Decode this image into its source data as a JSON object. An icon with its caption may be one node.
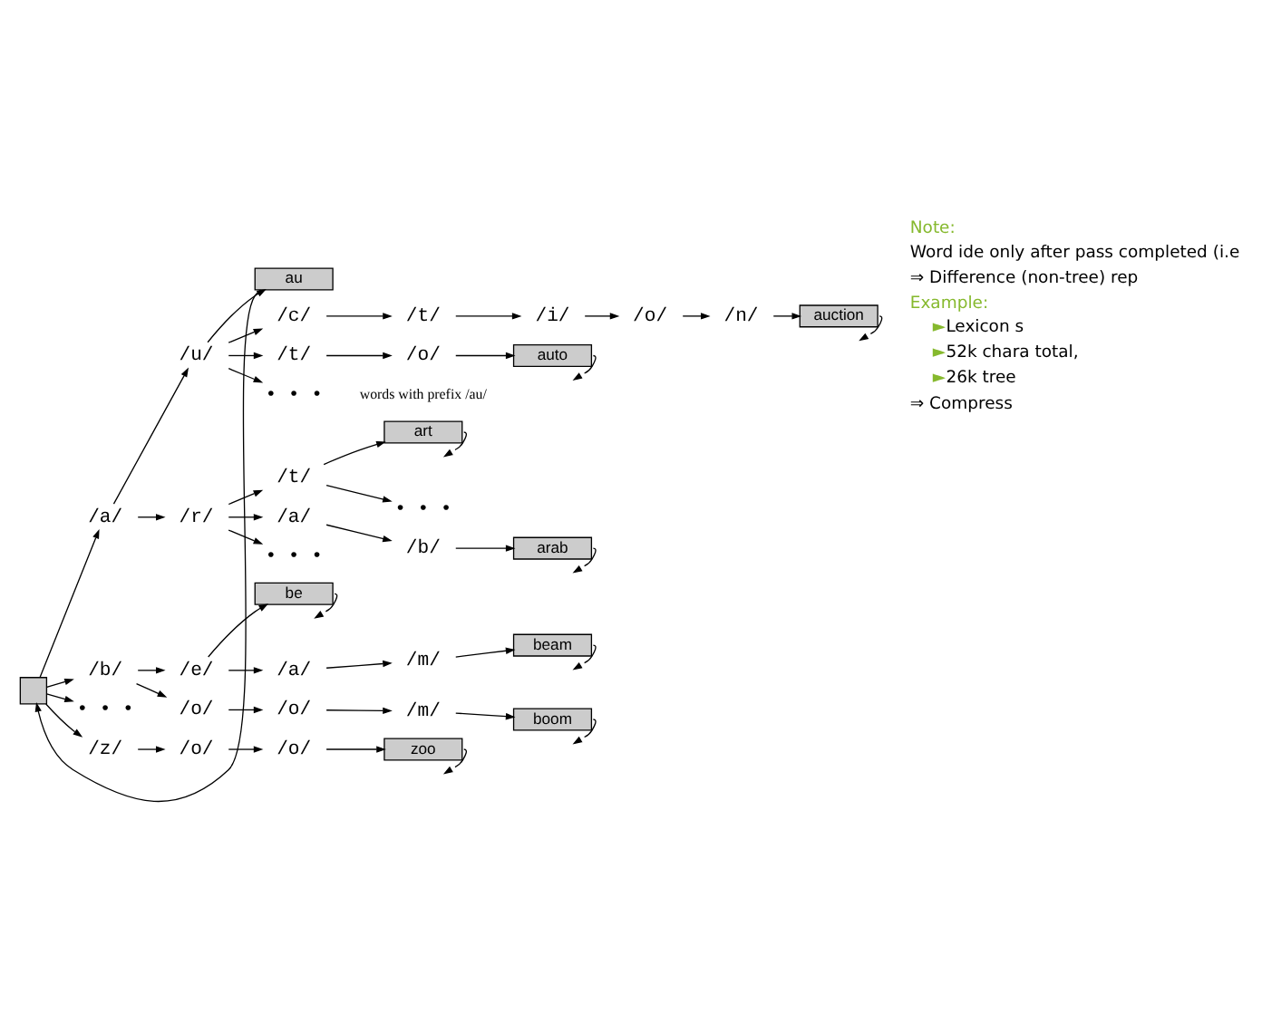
{
  "diagram": {
    "nodes": [
      {
        "text": [],
        "shape": "box"
      },
      {
        "text": [
          "/a/"
        ]
      },
      {
        "text": [
          "/u/"
        ]
      },
      {
        "text": [
          "au"
        ]
      },
      {
        "text": [
          "/c/"
        ]
      },
      {
        "text": [
          "/t/"
        ]
      },
      {
        "text": [
          "/i/"
        ]
      },
      {
        "text": [
          "/o/"
        ]
      },
      {
        "text": [
          "/n/"
        ]
      },
      {
        "text": [
          "auction"
        ]
      },
      {
        "text": [
          "/t/"
        ]
      },
      {
        "text": [
          "/o/"
        ]
      },
      {
        "text": [
          "auto"
        ]
      },
      {
        "text": [
          "• • •"
        ]
      },
      {
        "text": [
          "/r/"
        ]
      },
      {
        "text": [
          "/t/"
        ]
      },
      {
        "text": [
          "art"
        ]
      },
      {
        "text": [
          "• • •"
        ]
      },
      {
        "text": [
          "/a/"
        ]
      },
      {
        "text": [
          "/b/"
        ]
      },
      {
        "text": [
          "arab"
        ]
      },
      {
        "text": [
          "• • •"
        ]
      },
      {
        "text": [
          "/b/"
        ]
      },
      {
        "text": [
          "/e/"
        ]
      },
      {
        "text": [
          "be"
        ]
      },
      {
        "text": [
          "/a/"
        ]
      },
      {
        "text": [
          "/m/"
        ]
      },
      {
        "text": [
          "beam"
        ]
      },
      {
        "text": [
          "/o/"
        ]
      },
      {
        "text": [
          "/o/"
        ]
      },
      {
        "text": [
          "/m/"
        ]
      },
      {
        "text": [
          "boom"
        ]
      },
      {
        "text": [
          "• • •"
        ]
      },
      {
        "text": [
          "/z/"
        ]
      },
      {
        "text": [
          "/o/"
        ]
      },
      {
        "text": [
          "/o/"
        ]
      },
      {
        "text": [
          "zoo"
        ]
      }
    ],
    "edges": [
      {
        "from": 0,
        "to": 1,
        "arrow": "to"
      },
      {
        "from": 1,
        "to": 2,
        "arrow": "to"
      },
      {
        "from": 2,
        "to": 3,
        "arrow": "to"
      },
      {
        "from": 3,
        "to": 0,
        "arrow": "to"
      },
      {
        "from": 2,
        "to": 4,
        "arrow": "to"
      },
      {
        "from": 4,
        "to": 5,
        "arrow": "to"
      },
      {
        "from": 5,
        "to": 6,
        "arrow": "to"
      },
      {
        "from": 6,
        "to": 7,
        "arrow": "to"
      },
      {
        "from": 7,
        "to": 8,
        "arrow": "to"
      },
      {
        "from": 8,
        "to": 9,
        "arrow": "to"
      },
      {
        "from": 9,
        "to": null,
        "arrow": "to"
      },
      {
        "from": 2,
        "to": 10,
        "arrow": "to"
      },
      {
        "from": 10,
        "to": 11,
        "arrow": "to"
      },
      {
        "from": 11,
        "to": 12,
        "arrow": "to"
      },
      {
        "from": 12,
        "to": null,
        "arrow": "to"
      },
      {
        "from": 2,
        "to": 13,
        "arrow": "to"
      },
      {
        "from": 1,
        "to": 14,
        "arrow": "to"
      },
      {
        "from": 14,
        "to": 15,
        "arrow": "to"
      },
      {
        "from": 15,
        "to": 16,
        "arrow": "to"
      },
      {
        "from": 16,
        "to": null,
        "arrow": "to"
      },
      {
        "from": 15,
        "to": 17,
        "arrow": "to"
      },
      {
        "from": 14,
        "to": 18,
        "arrow": "to"
      },
      {
        "from": 18,
        "to": 19,
        "arrow": "to"
      },
      {
        "from": 19,
        "to": 20,
        "arrow": "to"
      },
      {
        "from": 20,
        "to": null,
        "arrow": "to"
      },
      {
        "from": 14,
        "to": 21,
        "arrow": "to"
      },
      {
        "from": 0,
        "to": 22,
        "arrow": "to"
      },
      {
        "from": 22,
        "to": 23,
        "arrow": "to"
      },
      {
        "from": 23,
        "to": 24,
        "arrow": "to"
      },
      {
        "from": 24,
        "to": null,
        "arrow": "to"
      },
      {
        "from": 23,
        "to": 25,
        "arrow": "to"
      },
      {
        "from": 25,
        "to": 26,
        "arrow": "to"
      },
      {
        "from": 26,
        "to": 27,
        "arrow": "to"
      },
      {
        "from": 27,
        "to": null,
        "arrow": "to"
      },
      {
        "from": 22,
        "to": 28,
        "arrow": "to"
      },
      {
        "from": 28,
        "to": 29,
        "arrow": "to"
      },
      {
        "from": 29,
        "to": 30,
        "arrow": "to"
      },
      {
        "from": 30,
        "to": 31,
        "arrow": "to"
      },
      {
        "from": 31,
        "to": null,
        "arrow": "to"
      },
      {
        "from": 0,
        "to": 32,
        "arrow": "to"
      },
      {
        "from": 0,
        "to": 33,
        "arrow": "to"
      },
      {
        "from": 33,
        "to": 34,
        "arrow": "to"
      },
      {
        "from": 34,
        "to": 35,
        "arrow": "to"
      },
      {
        "from": 35,
        "to": 36,
        "arrow": "to"
      },
      {
        "from": 36,
        "to": null,
        "arrow": "to"
      }
    ],
    "labels": [
      "words with prefix /au/",
      "Note:",
      "Word ide only after pass completed (i.e",
      "⇒ Difference (non-tree) rep",
      "Example:",
      "►",
      "Lexicon s",
      "►",
      "52k chara total,",
      "►",
      "26k tree",
      "⇒ Compress"
    ]
  }
}
